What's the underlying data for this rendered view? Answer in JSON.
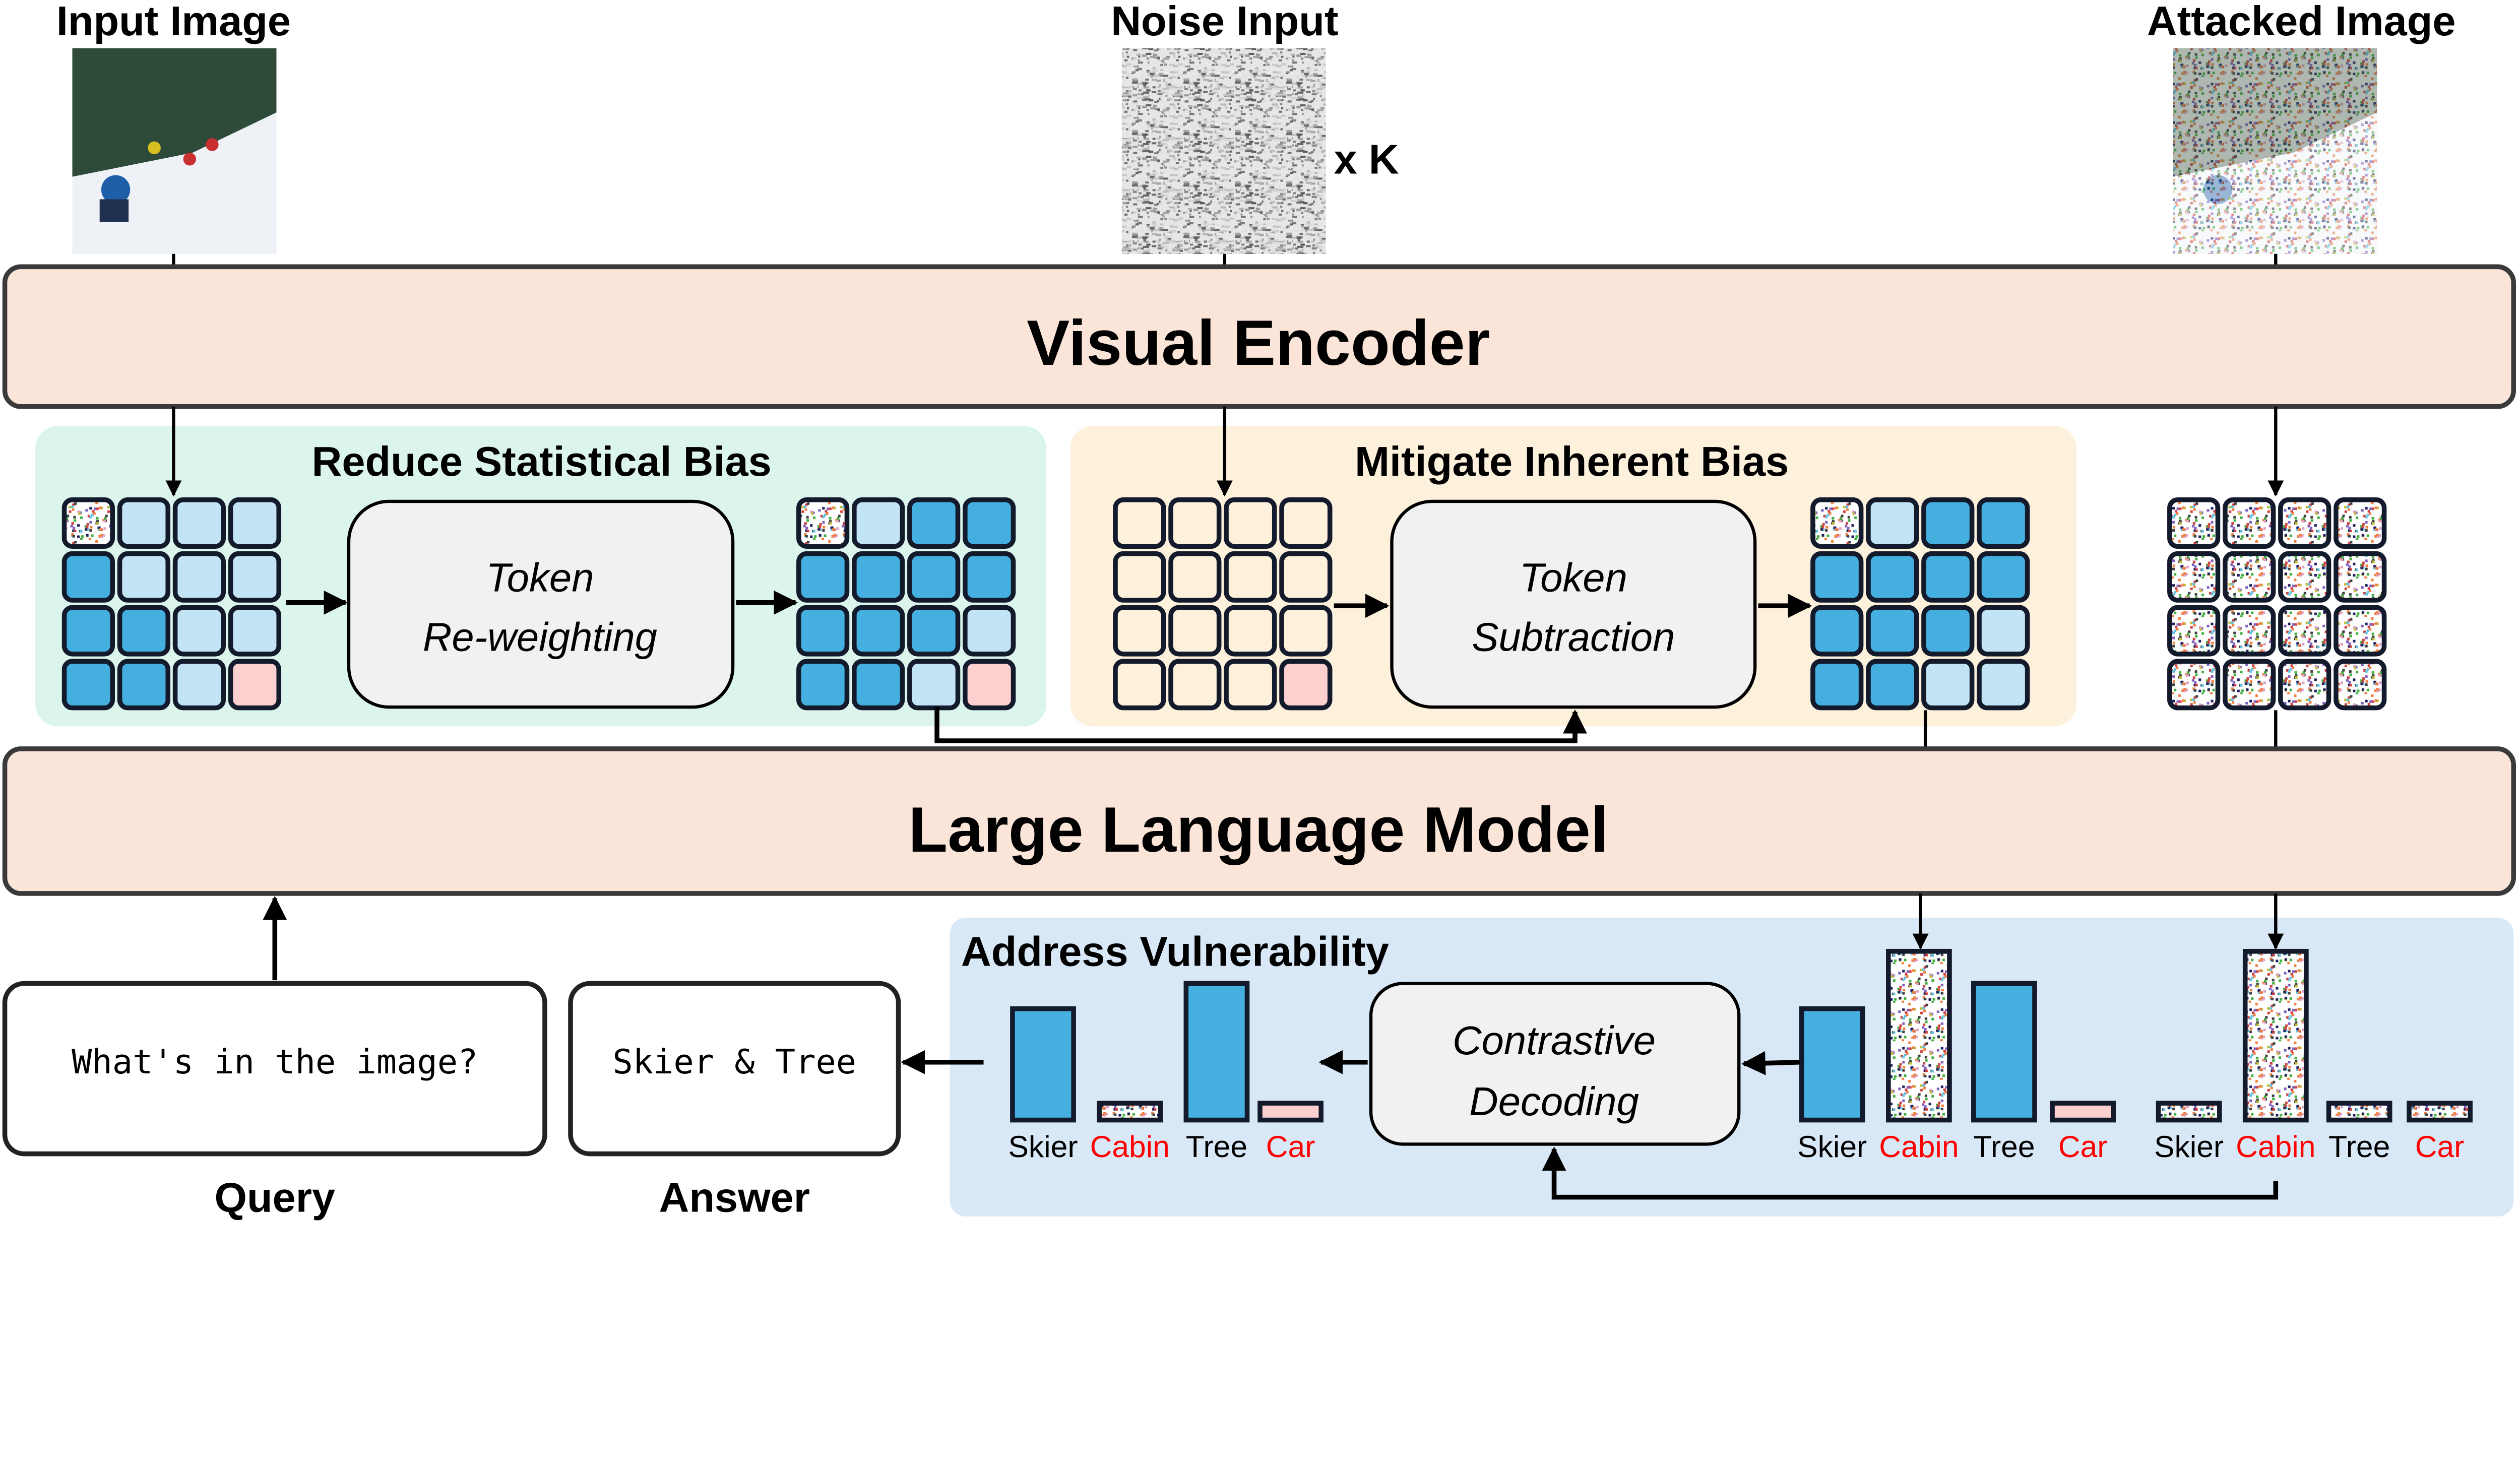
{
  "inputs": {
    "input_image_title": "Input Image",
    "noise_input_title": "Noise Input",
    "noise_multiplier": "x K",
    "attacked_image_title": "Attacked Image"
  },
  "visual_encoder": {
    "label": "Visual Encoder"
  },
  "llm": {
    "label": "Large Language Model"
  },
  "panels": {
    "statistical": {
      "title": "Reduce Statistical Bias",
      "module": [
        "Token",
        "Re-weighting"
      ]
    },
    "inherent": {
      "title": "Mitigate Inherent Bias",
      "module": [
        "Token",
        "Subtraction"
      ]
    },
    "vulnerability": {
      "title": "Address Vulnerability",
      "module": [
        "Contrastive",
        "Decoding"
      ]
    }
  },
  "query": {
    "text": "What's in the image?",
    "label": "Query"
  },
  "answer": {
    "text": "Skier & Tree",
    "label": "Answer"
  },
  "colors": {
    "encoder_fill": "#fbe5d9",
    "statistical_panel": "#dcf5ec",
    "inherent_panel": "#fdf1dc",
    "vulnerability_panel": "#d8e8f6",
    "token_strong": "#45b0e0",
    "token_weak": "#c2e4f4",
    "token_pink": "#fdd0d0",
    "token_cream": "#fdf1dc",
    "module_fill": "#f1f1f1",
    "highlight_label": "#ff0000"
  },
  "token_grids": {
    "input_tokens": [
      [
        "noise",
        "weak",
        "weak",
        "weak"
      ],
      [
        "strong",
        "weak",
        "weak",
        "weak"
      ],
      [
        "strong",
        "strong",
        "weak",
        "weak"
      ],
      [
        "strong",
        "strong",
        "weak",
        "pink"
      ]
    ],
    "reweighted_tokens": [
      [
        "noise",
        "weak",
        "strong",
        "strong"
      ],
      [
        "strong",
        "strong",
        "strong",
        "strong"
      ],
      [
        "strong",
        "strong",
        "strong",
        "weak"
      ],
      [
        "strong",
        "strong",
        "weak",
        "pink"
      ]
    ],
    "noise_tokens": [
      [
        "cream",
        "cream",
        "cream",
        "cream"
      ],
      [
        "cream",
        "cream",
        "cream",
        "cream"
      ],
      [
        "cream",
        "cream",
        "cream",
        "cream"
      ],
      [
        "cream",
        "cream",
        "cream",
        "pink"
      ]
    ],
    "subtracted_tokens": [
      [
        "noise",
        "weak",
        "strong",
        "strong"
      ],
      [
        "strong",
        "strong",
        "strong",
        "strong"
      ],
      [
        "strong",
        "strong",
        "strong",
        "weak"
      ],
      [
        "strong",
        "strong",
        "weak",
        "weak"
      ]
    ],
    "attacked_tokens": [
      [
        "noise",
        "noise",
        "noise",
        "noise"
      ],
      [
        "noise",
        "noise",
        "noise",
        "noise"
      ],
      [
        "noise",
        "noise",
        "noise",
        "noise"
      ],
      [
        "noise",
        "noise",
        "noise",
        "noise"
      ]
    ]
  },
  "bar_groups": [
    {
      "name": "output",
      "bars": [
        {
          "label": "Skier",
          "value": 0.66,
          "style": "strong",
          "highlight": false
        },
        {
          "label": "Cabin",
          "value": 0.1,
          "style": "noise",
          "highlight": true
        },
        {
          "label": "Tree",
          "value": 0.81,
          "style": "strong",
          "highlight": false
        },
        {
          "label": "Car",
          "value": 0.1,
          "style": "pink",
          "highlight": true
        }
      ]
    },
    {
      "name": "combined",
      "bars": [
        {
          "label": "Skier",
          "value": 0.66,
          "style": "strong",
          "highlight": false
        },
        {
          "label": "Cabin",
          "value": 1.0,
          "style": "noise",
          "highlight": true
        },
        {
          "label": "Tree",
          "value": 0.81,
          "style": "strong",
          "highlight": false
        },
        {
          "label": "Car",
          "value": 0.1,
          "style": "pink",
          "highlight": true
        }
      ]
    },
    {
      "name": "attacked",
      "bars": [
        {
          "label": "Skier",
          "value": 0.1,
          "style": "noise",
          "highlight": false
        },
        {
          "label": "Cabin",
          "value": 1.0,
          "style": "noise",
          "highlight": true
        },
        {
          "label": "Tree",
          "value": 0.1,
          "style": "noise",
          "highlight": false
        },
        {
          "label": "Car",
          "value": 0.1,
          "style": "noise",
          "highlight": true
        }
      ]
    }
  ]
}
